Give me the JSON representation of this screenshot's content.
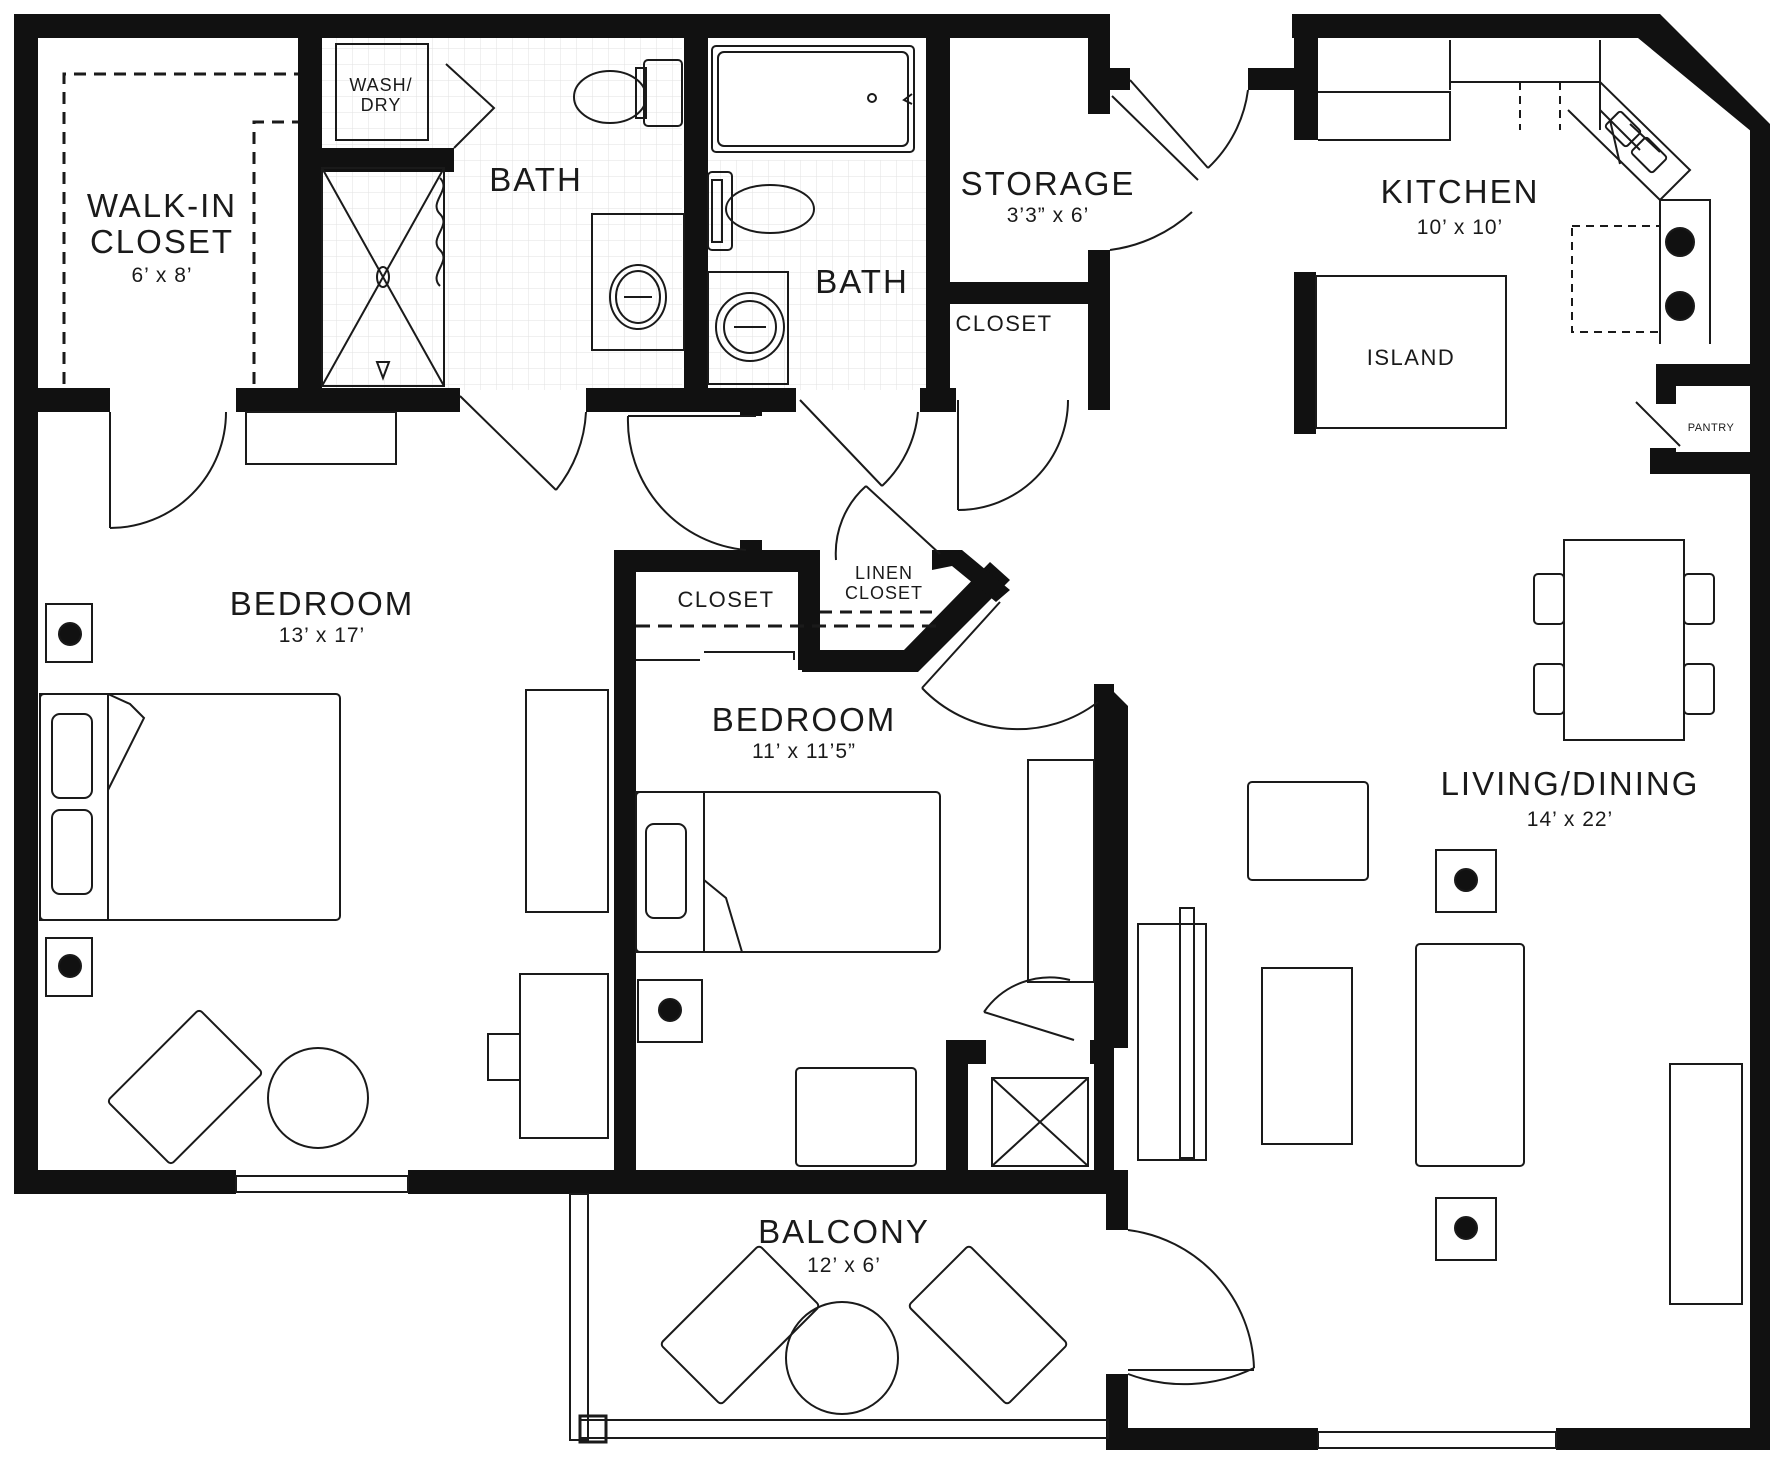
{
  "rooms": {
    "walkin_closet": {
      "line1": "WALK-IN",
      "line2": "CLOSET",
      "dim": "6’ x 8’"
    },
    "washer": {
      "line1": "WASH/",
      "line2": "DRY"
    },
    "bath_1": {
      "name": "BATH"
    },
    "bath_2": {
      "name": "BATH"
    },
    "storage": {
      "name": "STORAGE",
      "dim": "3’3” x 6’"
    },
    "closet_hall": {
      "name": "CLOSET"
    },
    "kitchen": {
      "name": "KITCHEN",
      "dim": "10’ x 10’"
    },
    "island": {
      "name": "ISLAND"
    },
    "pantry": {
      "name": "PANTRY"
    },
    "bedroom_1": {
      "name": "BEDROOM",
      "dim": "13’ x 17’"
    },
    "closet_bedroom_2": {
      "name": "CLOSET"
    },
    "linen_closet": {
      "line1": "LINEN",
      "line2": "CLOSET"
    },
    "bedroom_2": {
      "name": "BEDROOM",
      "dim": "11’ x 11’5”"
    },
    "living_dining": {
      "name": "LIVING/DINING",
      "dim": "14’ x 22’"
    },
    "balcony": {
      "name": "BALCONY",
      "dim": "12’ x 6’"
    }
  },
  "colors": {
    "wall": "#111111",
    "line": "#1a1a1a",
    "tile": "#e4e4e4"
  }
}
